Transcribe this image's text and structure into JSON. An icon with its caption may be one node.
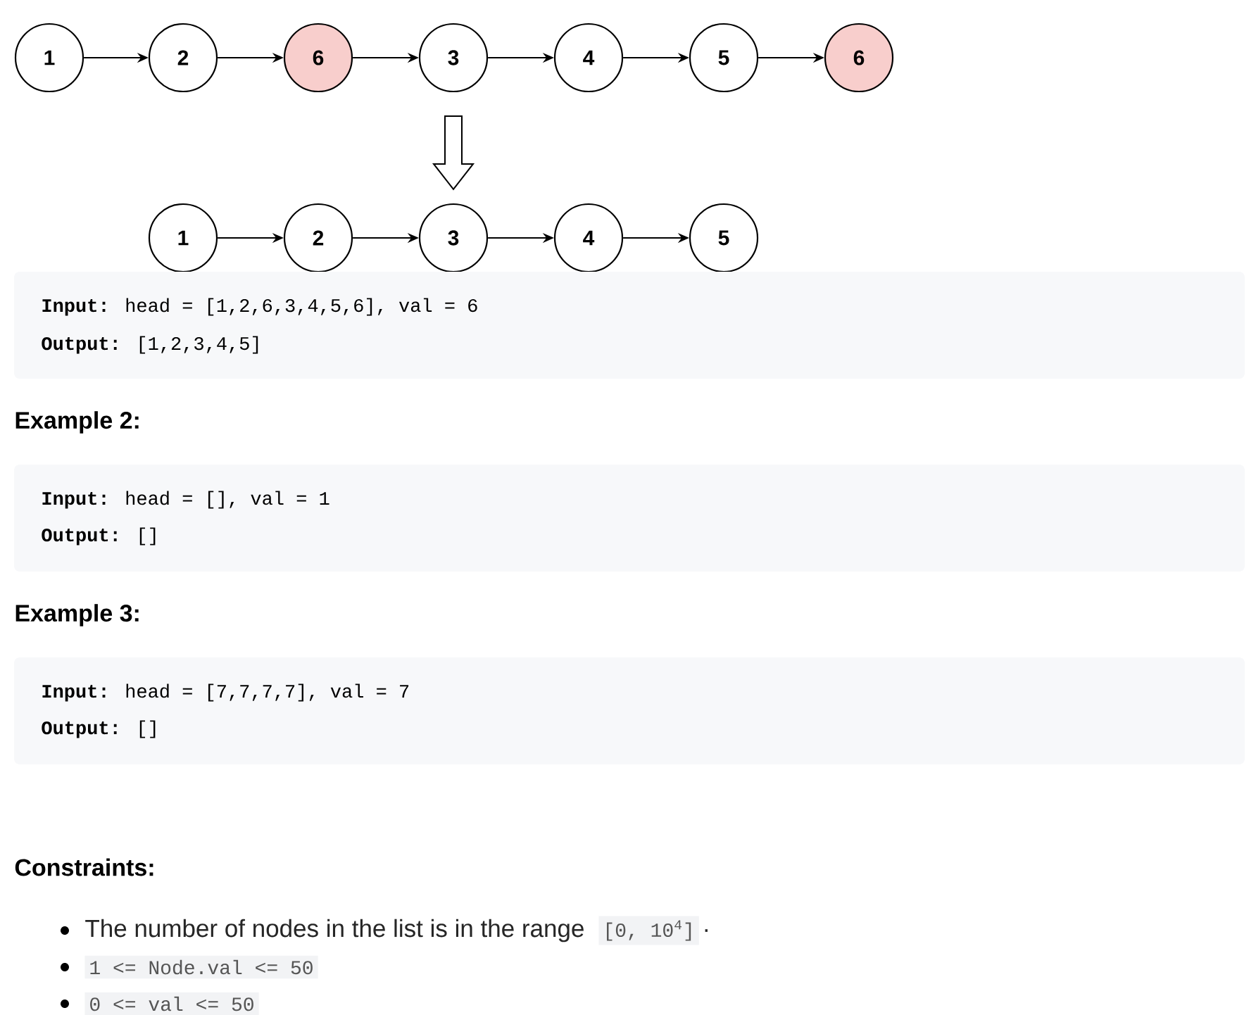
{
  "diagram": {
    "nodes": [
      {
        "text": [
          "1"
        ]
      },
      {
        "text": [
          "2"
        ]
      },
      {
        "text": [
          "6"
        ]
      },
      {
        "text": [
          "3"
        ]
      },
      {
        "text": [
          "4"
        ]
      },
      {
        "text": [
          "5"
        ]
      },
      {
        "text": [
          "6"
        ]
      },
      {
        "text": [
          "1"
        ]
      },
      {
        "text": [
          "2"
        ]
      },
      {
        "text": [
          "3"
        ]
      },
      {
        "text": [
          "4"
        ]
      },
      {
        "text": [
          "5"
        ]
      }
    ],
    "edges": [
      {
        "from": 0,
        "to": 1,
        "arrow": "to"
      },
      {
        "from": 1,
        "to": 2,
        "arrow": "to"
      },
      {
        "from": 2,
        "to": 3,
        "arrow": "to"
      },
      {
        "from": 3,
        "to": 4,
        "arrow": "to"
      },
      {
        "from": 4,
        "to": 5,
        "arrow": "to"
      },
      {
        "from": 5,
        "to": 6,
        "arrow": "to"
      },
      {
        "from": 3,
        "to": 9,
        "arrow": "to",
        "style": "thick"
      },
      {
        "from": 7,
        "to": 8,
        "arrow": "to"
      },
      {
        "from": 8,
        "to": 9,
        "arrow": "to"
      },
      {
        "from": 9,
        "to": 10,
        "arrow": "to"
      },
      {
        "from": 10,
        "to": 11,
        "arrow": "to"
      }
    ],
    "labels": [
      "**Input:** head = [1,2,6,3,4,5,6], val = 6",
      "**Output:** [1,2,3,4,5]",
      "Example 2:",
      "**Input:** head = [], val = 1",
      "**Output:** []",
      "Example 3:",
      "**Input:** head = [7,7,7,7], val = 7",
      "**Output:** []",
      "Constraints:",
      "The number of nodes in the list is in the range",
      "[0, 10$^{4}$]",
      ".",
      "1 <= Node.val <= 50",
      "0 <= val <= 50"
    ]
  }
}
